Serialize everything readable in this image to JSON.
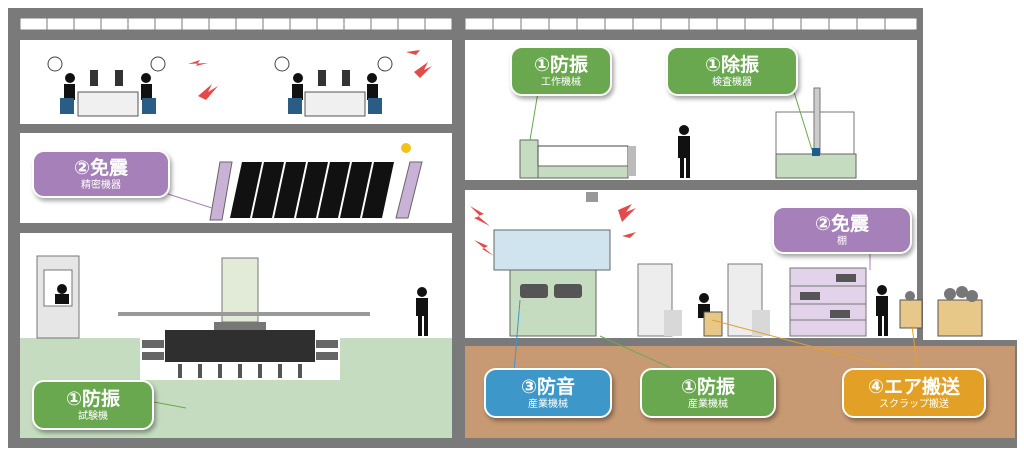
{
  "callouts": {
    "vib_machine_tools": {
      "title": "①防振",
      "subtitle": "工作機械",
      "color": "#6aa84f"
    },
    "vib_removal_inspection": {
      "title": "①除振",
      "subtitle": "検査機器",
      "color": "#6aa84f"
    },
    "seismic_precision": {
      "title": "②免震",
      "subtitle": "精密機器",
      "color": "#a680b8"
    },
    "seismic_shelf": {
      "title": "②免震",
      "subtitle": "棚",
      "color": "#a680b8"
    },
    "vib_test_machine": {
      "title": "①防振",
      "subtitle": "試験機",
      "color": "#6aa84f"
    },
    "soundproof_industrial": {
      "title": "③防音",
      "subtitle": "産業機械",
      "color": "#3d97c9"
    },
    "vib_industrial": {
      "title": "①防振",
      "subtitle": "産業機械",
      "color": "#6aa84f"
    },
    "air_transport_scrap": {
      "title": "④エア搬送",
      "subtitle": "スクラップ搬送",
      "color": "#e3a026"
    }
  }
}
